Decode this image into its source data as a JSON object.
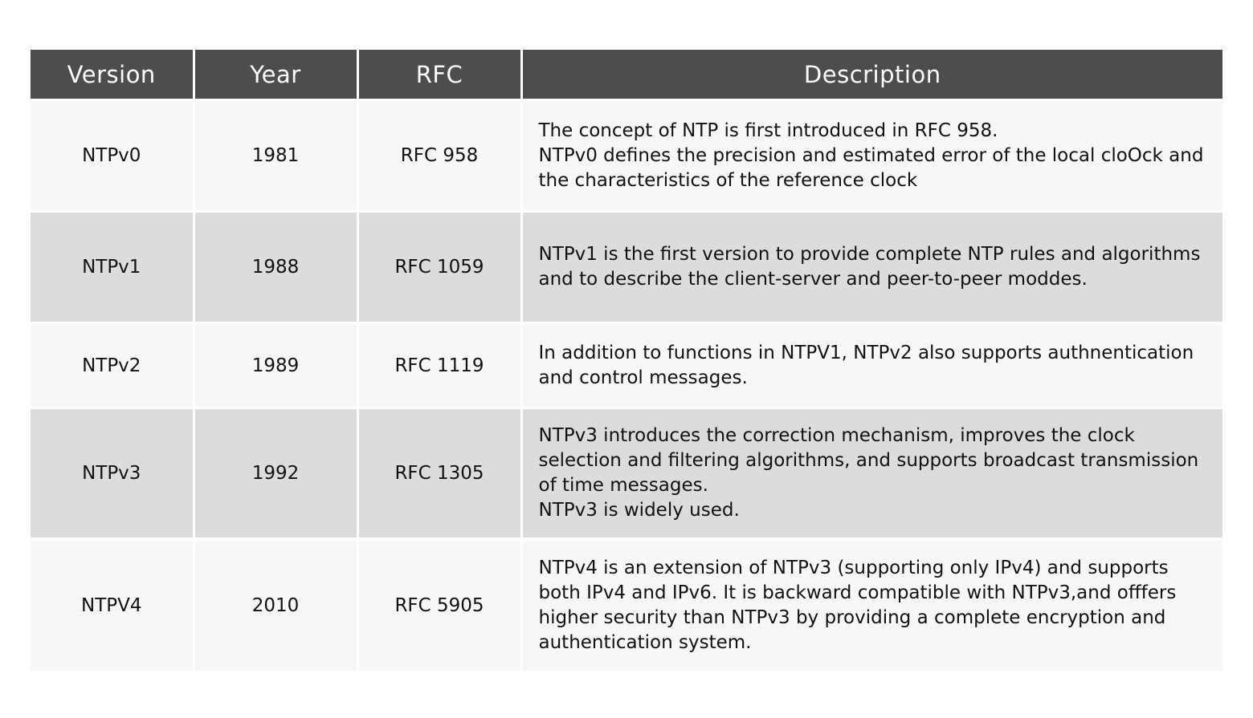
{
  "table": {
    "headers": [
      "Version",
      "Year",
      "RFC",
      "Description"
    ],
    "rows": [
      {
        "version": "NTPv0",
        "year": "1981",
        "rfc": "RFC 958",
        "description": "The concept of NTP is first introduced in RFC 958.\nNTPv0 defines the precision and estimated error of the local cloOck and the characteristics of the reference clock"
      },
      {
        "version": "NTPv1",
        "year": "1988",
        "rfc": "RFC 1059",
        "description": "NTPv1 is the first version to provide complete NTP rules and algorithms and to describe the client-server and peer-to-peer moddes."
      },
      {
        "version": "NTPv2",
        "year": "1989",
        "rfc": "RFC 1119",
        "description": "In addition to functions in NTPV1, NTPv2 also supports authnentication and control messages."
      },
      {
        "version": "NTPv3",
        "year": "1992",
        "rfc": "RFC 1305",
        "description": "NTPv3 introduces the correction mechanism, improves the clock selection and filtering algorithms, and supports broadcast transmission of time messages.\nNTPv3 is widely used."
      },
      {
        "version": "NTPV4",
        "year": "2010",
        "rfc": "RFC 5905",
        "description": "NTPv4 is an extension of NTPv3 (supporting only IPv4) and supports both IPv4 and IPv6. It is backward compatible with NTPv3,and offfers higher security than NTPv3 by providing a complete encryption and authentication system."
      }
    ]
  },
  "colors": {
    "header_bg": "#4d4d4d",
    "header_text": "#ffffff",
    "row_light": "#f7f7f7",
    "row_dark": "#dcdcdc",
    "divider": "#ffffff"
  }
}
